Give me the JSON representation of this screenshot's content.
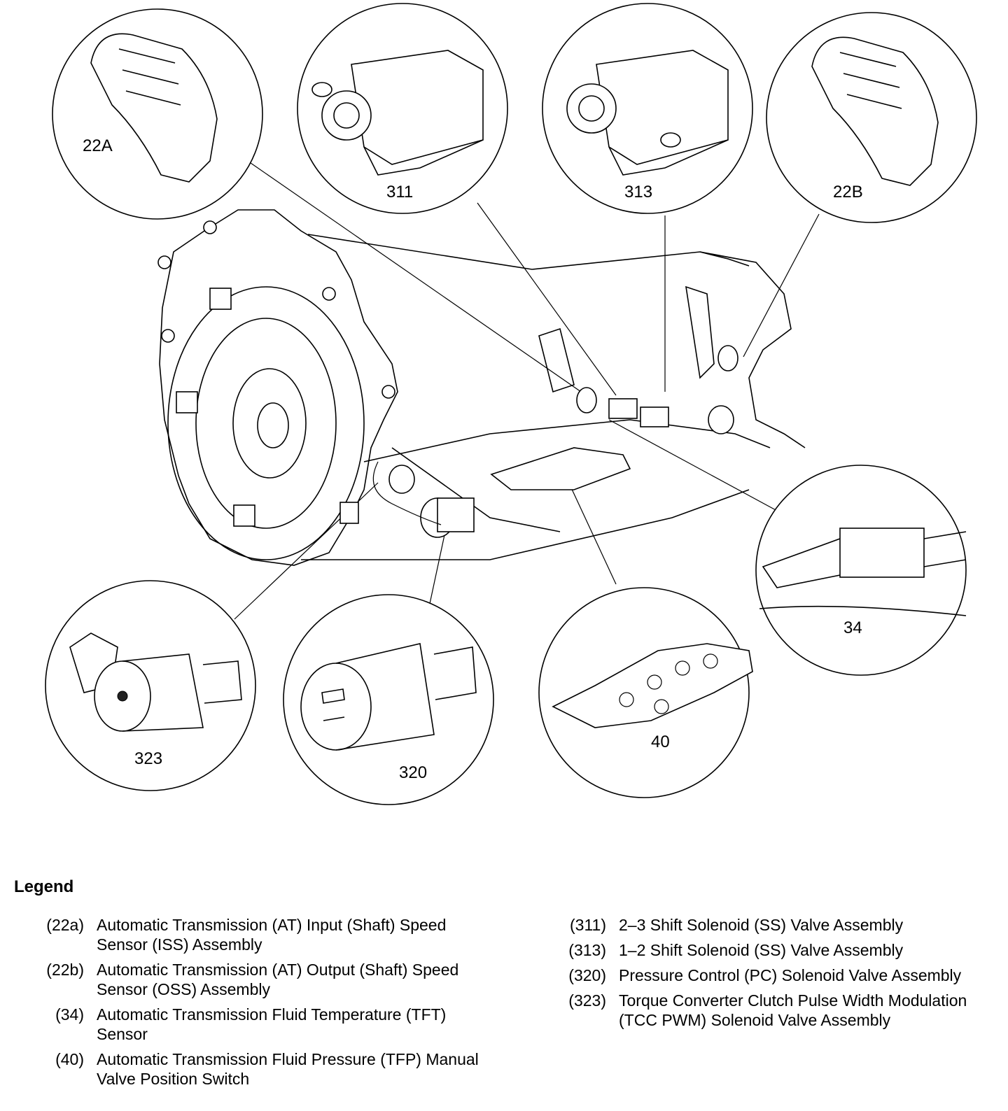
{
  "callouts": {
    "c22a": "22A",
    "c311": "311",
    "c313": "313",
    "c22b": "22B",
    "c34": "34",
    "c323": "323",
    "c320": "320",
    "c40": "40"
  },
  "legend": {
    "title": "Legend",
    "left": [
      {
        "code": "(22a)",
        "text": "Automatic Transmission (AT) Input (Shaft) Speed Sensor (ISS) Assembly"
      },
      {
        "code": "(22b)",
        "text": "Automatic Transmission (AT) Output (Shaft) Speed Sensor (OSS) Assembly"
      },
      {
        "code": "(34)",
        "text": "Automatic Transmission Fluid Temperature (TFT) Sensor"
      },
      {
        "code": "(40)",
        "text": "Automatic Transmission Fluid Pressure (TFP) Manual Valve Position Switch"
      }
    ],
    "right": [
      {
        "code": "(311)",
        "text": "2–3 Shift Solenoid (SS) Valve Assembly"
      },
      {
        "code": "(313)",
        "text": "1–2 Shift Solenoid (SS) Valve Assembly"
      },
      {
        "code": "(320)",
        "text": "Pressure Control (PC) Solenoid Valve Assembly"
      },
      {
        "code": "(323)",
        "text": "Torque Converter Clutch Pulse Width Modulation (TCC PWM) Solenoid Valve Assembly"
      }
    ]
  }
}
